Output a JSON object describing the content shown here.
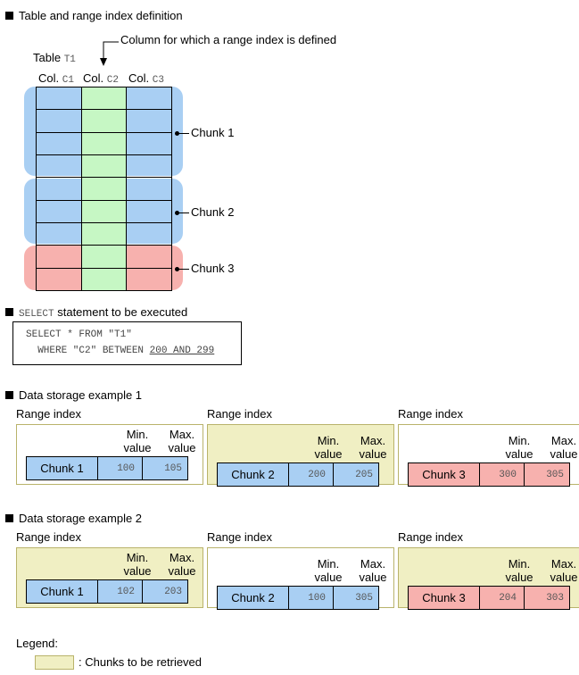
{
  "section1": {
    "title": "Table and range index definition"
  },
  "table": {
    "name_prefix": "Table",
    "name_code": "T1",
    "col_prefix": "Col.",
    "columns": [
      "C1",
      "C2",
      "C3"
    ],
    "annotation": "Column for which a range index is defined"
  },
  "chunks": [
    "Chunk 1",
    "Chunk 2",
    "Chunk 3"
  ],
  "section2": {
    "title_code": "SELECT",
    "title_text": " statement to be executed",
    "sql_line1": "SELECT * FROM \"T1\"",
    "sql_line2_prefix": "  WHERE \"C2\" BETWEEN ",
    "sql_line2_underlined": "200 AND 299"
  },
  "example1": {
    "title": "Data storage example 1",
    "indexes": [
      {
        "label": "Range index",
        "chunk": "Chunk 1",
        "min": "100",
        "max": "105",
        "retrieved": false
      },
      {
        "label": "Range index",
        "chunk": "Chunk 2",
        "min": "200",
        "max": "205",
        "retrieved": true
      },
      {
        "label": "Range index",
        "chunk": "Chunk 3",
        "min": "300",
        "max": "305",
        "retrieved": false
      }
    ]
  },
  "example2": {
    "title": "Data storage example 2",
    "indexes": [
      {
        "label": "Range index",
        "chunk": "Chunk 1",
        "min": "102",
        "max": "203",
        "retrieved": true
      },
      {
        "label": "Range index",
        "chunk": "Chunk 2",
        "min": "100",
        "max": "305",
        "retrieved": false
      },
      {
        "label": "Range index",
        "chunk": "Chunk 3",
        "min": "204",
        "max": "303",
        "retrieved": true
      }
    ]
  },
  "headers": {
    "min_line1": "Min.",
    "min_line2": "value",
    "max_line1": "Max.",
    "max_line2": "value"
  },
  "legend": {
    "title": "Legend:",
    "item": ": Chunks to be retrieved"
  },
  "colors": {
    "blue": "#a9cff3",
    "red": "#f7b1ae",
    "green": "#c6f7c4",
    "retrieved": "#f0efc3"
  }
}
